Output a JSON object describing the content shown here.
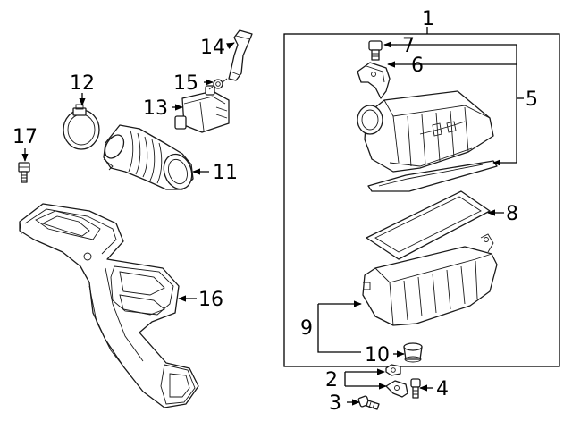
{
  "callouts": {
    "c1": "1",
    "c2": "2",
    "c3": "3",
    "c4": "4",
    "c5": "5",
    "c6": "6",
    "c7": "7",
    "c8": "8",
    "c9": "9",
    "c10": "10",
    "c11": "11",
    "c12": "12",
    "c13": "13",
    "c14": "14",
    "c15": "15",
    "c16": "16",
    "c17": "17"
  },
  "colors": {
    "line": "#1a1a1a",
    "background": "#ffffff"
  }
}
